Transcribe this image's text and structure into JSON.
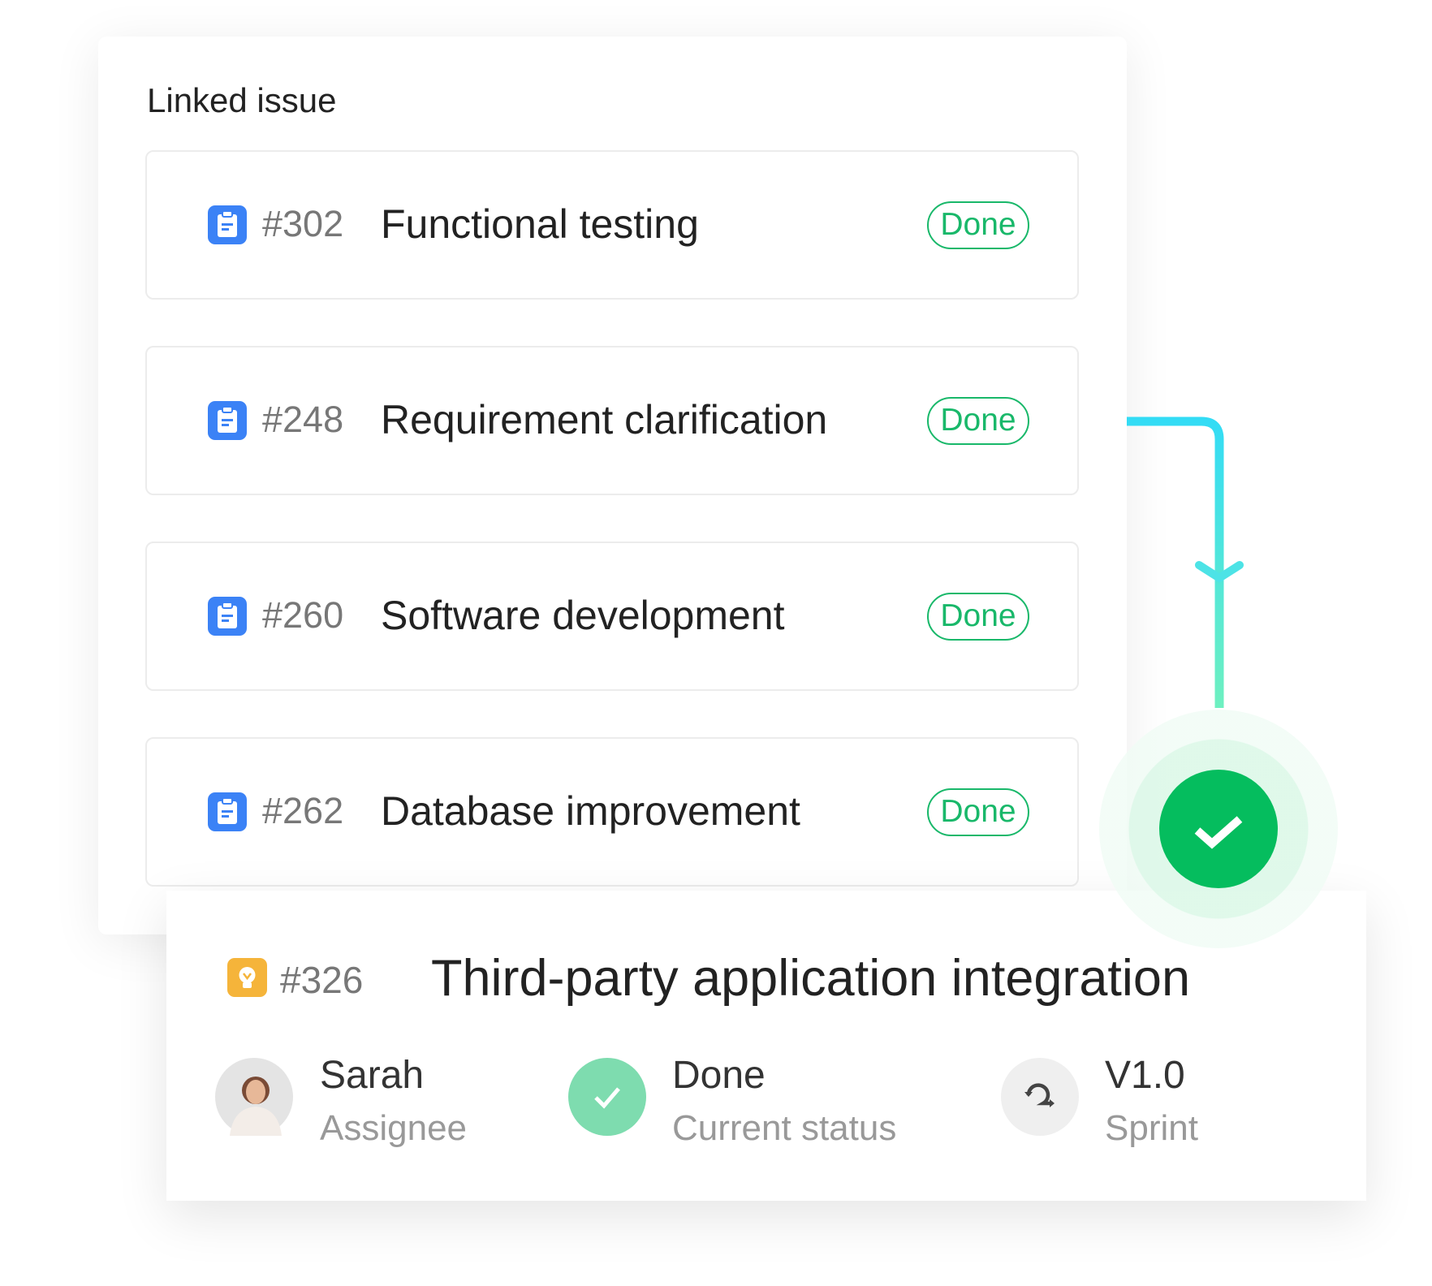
{
  "linked": {
    "title": "Linked issue",
    "items": [
      {
        "id": "#302",
        "name": "Functional testing",
        "status": "Done"
      },
      {
        "id": "#248",
        "name": "Requirement clarification",
        "status": "Done"
      },
      {
        "id": "#260",
        "name": "Software development",
        "status": "Done"
      },
      {
        "id": "#262",
        "name": "Database improvement",
        "status": "Done"
      }
    ]
  },
  "issue": {
    "id": "#326",
    "title": "Third-party application integration",
    "assignee": {
      "value": "Sarah",
      "label": "Assignee"
    },
    "status": {
      "value": "Done",
      "label": "Current status"
    },
    "sprint": {
      "value": "V1.0",
      "label": "Sprint"
    }
  },
  "colors": {
    "accent": "#3b82f6",
    "done": "#19b86a",
    "connector": "#33dcf5"
  }
}
